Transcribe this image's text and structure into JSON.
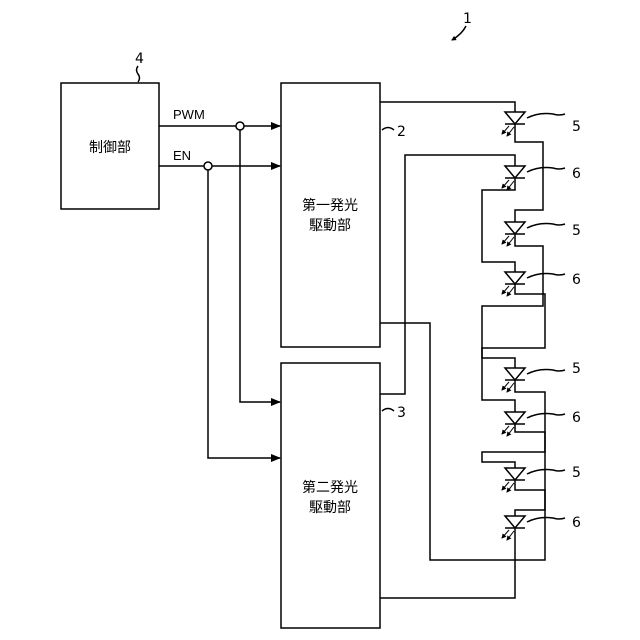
{
  "figure_ref": "1",
  "control_unit": {
    "label": "制御部",
    "ref": "4"
  },
  "signals": {
    "pwm": "PWM",
    "en": "EN"
  },
  "driver1": {
    "line1": "第一発光",
    "line2": "駆動部",
    "ref": "2"
  },
  "driver2": {
    "line1": "第二発光",
    "line2": "駆動部",
    "ref": "3"
  },
  "led_refs": [
    "5",
    "6",
    "5",
    "6",
    "5",
    "6",
    "5",
    "6"
  ]
}
